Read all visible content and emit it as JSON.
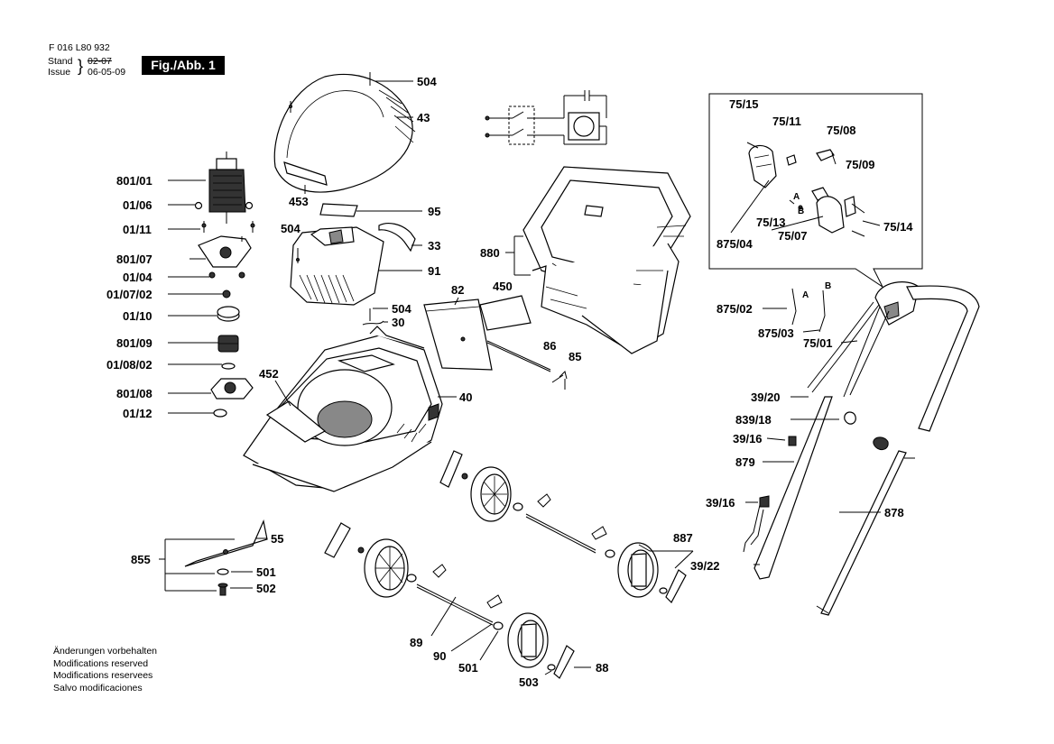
{
  "header": {
    "doc_number": "F 016 L80 932",
    "stand_label": "Stand",
    "issue_label": "Issue",
    "stand_value": "02-07",
    "issue_value": "06-05-09",
    "figure_badge": "Fig./Abb. 1"
  },
  "notes": [
    "Änderungen vorbehalten",
    "Modifications reserved",
    "Modifications reservees",
    "Salvo modificaciones"
  ],
  "callouts": {
    "c504a": "504",
    "c43": "43",
    "c453": "453",
    "c801_01": "801/01",
    "c01_06": "01/06",
    "c01_11": "01/11",
    "c95": "95",
    "c504b": "504",
    "c33": "33",
    "c801_07": "801/07",
    "c91": "91",
    "c01_04": "01/04",
    "c01_07_02": "01/07/02",
    "c01_10": "01/10",
    "c801_09": "801/09",
    "c01_08_02": "01/08/02",
    "c801_08": "801/08",
    "c01_12": "01/12",
    "c880": "880",
    "c82": "82",
    "c450": "450",
    "c504c": "504",
    "c30": "30",
    "c86": "86",
    "c85": "85",
    "c452": "452",
    "c40": "40",
    "c55": "55",
    "c855": "855",
    "c501a": "501",
    "c502": "502",
    "c89": "89",
    "c90": "90",
    "c501b": "501",
    "c503": "503",
    "c88": "88",
    "c887": "887",
    "c75_15": "75/15",
    "c75_11": "75/11",
    "c75_08": "75/08",
    "c75_09": "75/09",
    "cA1": "A",
    "cB1": "B",
    "c75_13": "75/13",
    "c75_07": "75/07",
    "c75_14": "75/14",
    "c875_04": "875/04",
    "cA2": "A",
    "cB2": "B",
    "c875_02": "875/02",
    "c875_03": "875/03",
    "c75_01": "75/01",
    "c39_20": "39/20",
    "c839_18": "839/18",
    "c39_16a": "39/16",
    "c879": "879",
    "c39_16b": "39/16",
    "c878": "878",
    "c39_22": "39/22"
  }
}
